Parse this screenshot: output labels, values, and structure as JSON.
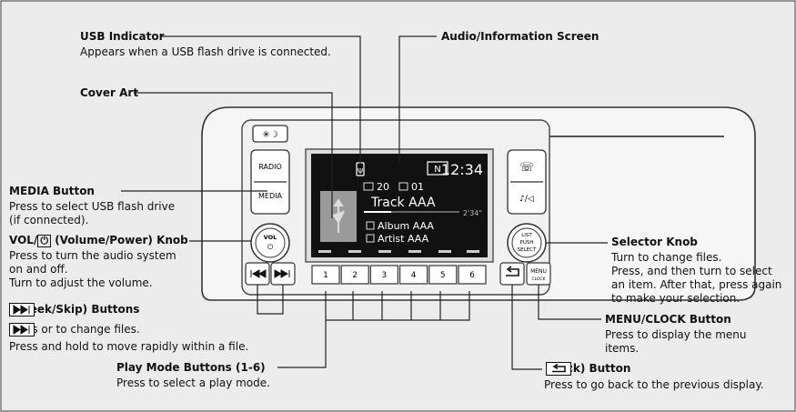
{
  "colors": {
    "background": "#ececec",
    "panel": "#f4f4f4",
    "screen": "#111111",
    "screen_text": "#ffffff",
    "line": "#222222"
  },
  "callouts": {
    "usb_indicator": {
      "title": "USB Indicator",
      "desc": "Appears when a USB flash drive is connected."
    },
    "audio_screen": {
      "title": "Audio/Information Screen"
    },
    "cover_art": {
      "title": "Cover Art"
    },
    "media_button": {
      "title": "MEDIA Button",
      "desc_1": "Press to select USB flash drive",
      "desc_2": "(if connected)."
    },
    "vol_knob": {
      "title_prefix": "VOL/",
      "title_suffix": " (Volume/Power) Knob",
      "desc_1": "Press to turn the audio system",
      "desc_2": "on and off.",
      "desc_3": "Turn to adjust the volume."
    },
    "seek_skip": {
      "title_suffix": " (Seek/Skip) Buttons",
      "desc_1a": "Press ",
      "desc_1b": " or ",
      "desc_1c": " to change files.",
      "desc_2": "Press and hold to move rapidly within a file."
    },
    "play_mode": {
      "title": "Play Mode Buttons (1-6)",
      "desc": "Press to select a play mode."
    },
    "selector_knob": {
      "title": "Selector Knob",
      "desc_1": "Turn to change files.",
      "desc_2": "Press, and then turn to select",
      "desc_3": "an item. After that, press again",
      "desc_4": "to make your selection."
    },
    "menu_clock": {
      "title": "MENU/CLOCK Button",
      "desc_1": "Press to display the menu",
      "desc_2": "items."
    },
    "back_button": {
      "title_suffix": " (Back) Button",
      "desc": "Press to go back to the previous display."
    }
  },
  "unit": {
    "radio_label": "RADIO",
    "media_label": "MEDIA",
    "vol_label": "VOL",
    "power_glyph": "⏻",
    "list_label_1": "LIST",
    "list_label_2": "PUSH",
    "list_label_3": "SELECT",
    "menu_label": "MENU",
    "clock_label": "CLOCK",
    "phone_glyph": "☏",
    "voice_glyph": "♪/◁",
    "day_night_glyph": "✳☽",
    "preset_buttons": [
      "1",
      "2",
      "3",
      "4",
      "5",
      "6"
    ],
    "screen": {
      "mode_badge": "N",
      "clock": "12:34",
      "folder_num": "20",
      "track_num": "01",
      "track_title": "Track AAA",
      "elapsed": "2'34\"",
      "album": "Album AAA",
      "artist": "Artist AAA"
    }
  }
}
